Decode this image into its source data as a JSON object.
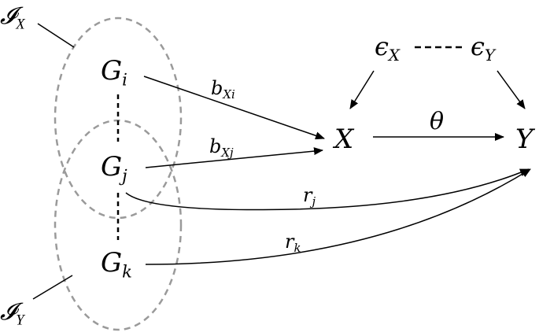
{
  "sets": [
    {
      "id": "IX",
      "main": "𝓘",
      "sub": "X"
    },
    {
      "id": "IY",
      "main": "𝓘",
      "sub": "Y"
    }
  ],
  "nodes": {
    "Gi": {
      "main": "G",
      "sub": "i"
    },
    "Gj": {
      "main": "G",
      "sub": "j"
    },
    "Gk": {
      "main": "G",
      "sub": "k"
    },
    "X": {
      "main": "X",
      "sub": ""
    },
    "Y": {
      "main": "Y",
      "sub": ""
    },
    "eX": {
      "main": "ϵ",
      "sub": "X"
    },
    "eY": {
      "main": "ϵ",
      "sub": "Y"
    }
  },
  "edges": {
    "Gi_X": {
      "main": "b",
      "sub": "Xi"
    },
    "Gj_X": {
      "main": "b",
      "sub": "Xj"
    },
    "Gj_Y": {
      "main": "r",
      "sub": "j"
    },
    "Gk_Y": {
      "main": "r",
      "sub": "k"
    },
    "X_Y": {
      "main": "θ",
      "sub": ""
    }
  },
  "colors": {
    "ink": "#000000",
    "ellipse": "#9a9a9a"
  }
}
